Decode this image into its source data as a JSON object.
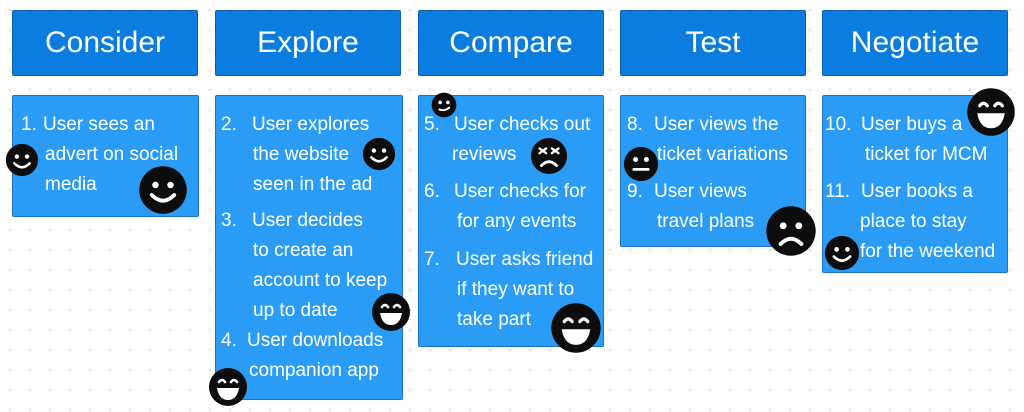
{
  "columns": [
    {
      "header": "Consider",
      "items": [
        {
          "num": "1.",
          "lines": [
            "User sees an",
            "advert on social",
            "media"
          ]
        }
      ]
    },
    {
      "header": "Explore",
      "items": [
        {
          "num": "2.",
          "lines": [
            "User explores",
            "the website",
            "seen in the ad"
          ]
        },
        {
          "num": "3.",
          "lines": [
            "User decides",
            "to create an",
            "account to keep",
            "up to date"
          ]
        },
        {
          "num": "4.",
          "lines": [
            "User downloads",
            "companion app"
          ]
        }
      ]
    },
    {
      "header": "Compare",
      "items": [
        {
          "num": "5.",
          "lines": [
            "User checks out",
            "reviews"
          ]
        },
        {
          "num": "6.",
          "lines": [
            "User checks for",
            "for any events"
          ]
        },
        {
          "num": "7.",
          "lines": [
            "User asks friend",
            "if they want to",
            "take part"
          ]
        }
      ]
    },
    {
      "header": "Test",
      "items": [
        {
          "num": "8.",
          "lines": [
            "User views the",
            "ticket variations"
          ]
        },
        {
          "num": "9.",
          "lines": [
            "User views",
            "travel plans"
          ]
        }
      ]
    },
    {
      "header": "Negotiate",
      "items": [
        {
          "num": "10.",
          "lines": [
            "User buys a",
            "ticket for MCM"
          ]
        },
        {
          "num": "11.",
          "lines": [
            "User books a",
            "place to stay",
            "for the weekend"
          ]
        }
      ]
    }
  ],
  "emojis": [
    {
      "type": "smile-icon"
    },
    {
      "type": "smile-icon"
    },
    {
      "type": "smile-icon"
    },
    {
      "type": "grin-icon"
    },
    {
      "type": "grin-icon"
    },
    {
      "type": "slight-smile-icon"
    },
    {
      "type": "angry-icon"
    },
    {
      "type": "grin-icon"
    },
    {
      "type": "neutral-icon"
    },
    {
      "type": "sad-icon"
    },
    {
      "type": "grin-icon"
    },
    {
      "type": "smile-icon"
    }
  ],
  "colors": {
    "header_bg": "#0b7de0",
    "card_bg": "#2b9cf5",
    "emoji": "#0d0d0d"
  }
}
